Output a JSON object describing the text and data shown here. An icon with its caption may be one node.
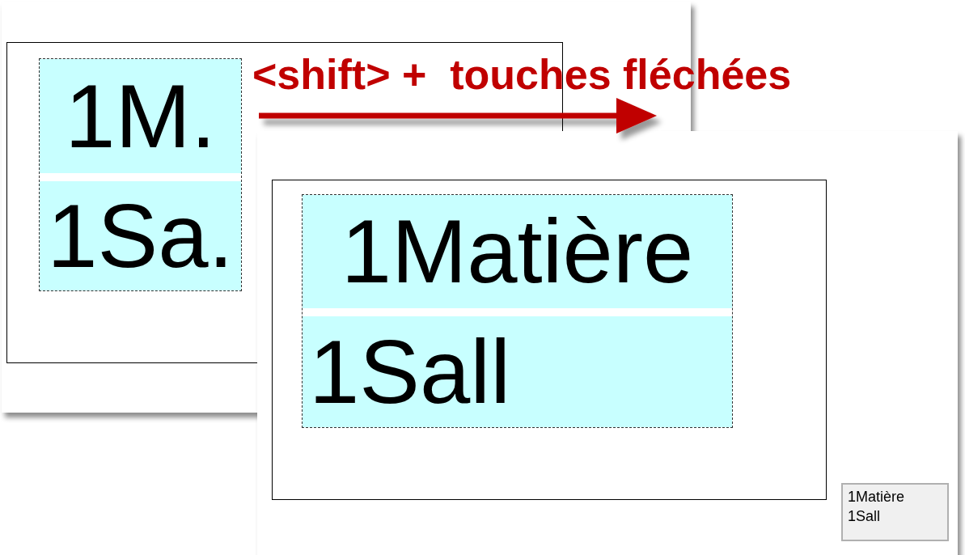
{
  "diagram": {
    "nodes": [
      {
        "text": [],
        "shape": "box"
      },
      {
        "text": [],
        "shape": "box",
        "in": 0
      },
      {
        "text": [
          "1M."
        ],
        "in": 1
      },
      {
        "text": [
          "1Sa."
        ],
        "in": 1
      },
      {
        "text": [],
        "shape": "box"
      },
      {
        "text": [],
        "shape": "box",
        "in": 4
      },
      {
        "text": [],
        "shape": "box",
        "in": 5
      },
      {
        "text": [
          "1Matière"
        ],
        "in": 6
      },
      {
        "text": [
          "1Sall"
        ],
        "in": 6
      },
      {
        "text": [
          "1Matière 1Sall"
        ],
        "in": 4
      }
    ],
    "labels": [
      "<shift> +  touches fléchées"
    ]
  }
}
